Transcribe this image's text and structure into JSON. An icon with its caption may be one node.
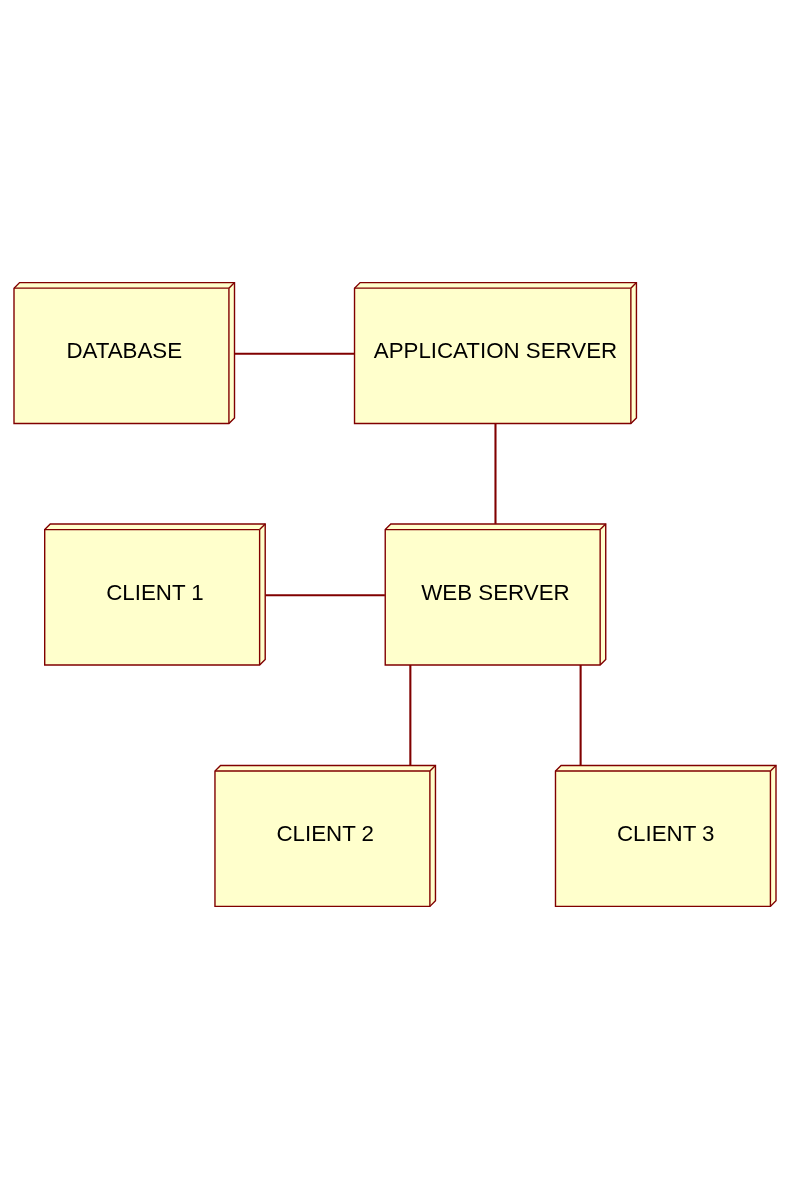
{
  "diagram": {
    "nodes": [
      {
        "text": [
          "DATABASE"
        ]
      },
      {
        "text": [
          "APPLICATION SERVER"
        ]
      },
      {
        "text": [
          "CLIENT 1"
        ]
      },
      {
        "text": [
          "WEB SERVER"
        ]
      },
      {
        "text": [
          "CLIENT 2"
        ]
      },
      {
        "text": [
          "CLIENT 3"
        ]
      }
    ],
    "edges": [
      {
        "from": 0,
        "to": 1,
        "arrow": "none"
      },
      {
        "from": 1,
        "to": 3,
        "arrow": "none"
      },
      {
        "from": 2,
        "to": 3,
        "arrow": "none"
      },
      {
        "from": 3,
        "to": 4,
        "arrow": "none"
      },
      {
        "from": 3,
        "to": 5,
        "arrow": "none"
      }
    ]
  }
}
